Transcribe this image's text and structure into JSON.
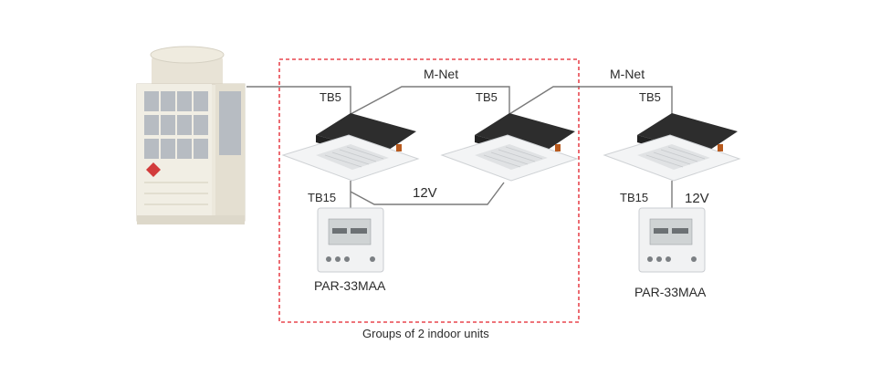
{
  "diagram": {
    "group_caption": "Groups of 2 indoor units",
    "colors": {
      "group_border": "#e8474f",
      "wire": "#7a7a7a",
      "outdoor_body": "#ece8dc",
      "indoor_top": "#2d2d2d",
      "panel": "#f3f4f5",
      "controller_screen": "#cfd3d4"
    },
    "outdoor_unit": {
      "icon": "outdoor-unit-icon"
    },
    "mnet_labels": [
      "M-Net",
      "M-Net"
    ],
    "indoor_units": [
      {
        "tb5": "TB5",
        "tb15": "TB15"
      },
      {
        "tb5": "TB5"
      },
      {
        "tb5": "TB5",
        "tb15": "TB15"
      }
    ],
    "voltage_labels": [
      "12V",
      "12V"
    ],
    "controllers": [
      {
        "model": "PAR-33MAA"
      },
      {
        "model": "PAR-33MAA"
      }
    ]
  }
}
